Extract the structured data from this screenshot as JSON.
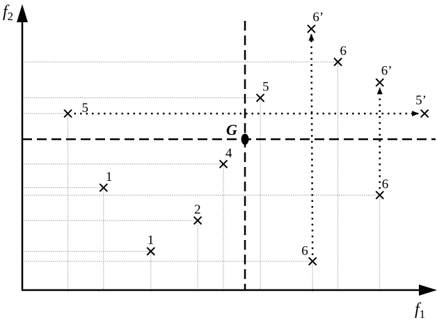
{
  "diagram": {
    "axes": {
      "x_label": "f",
      "x_subscript": "1",
      "y_label": "f",
      "y_subscript": "2"
    },
    "ideal_point": {
      "label": "G",
      "f1": 0.537,
      "f2": 0.529
    },
    "points": [
      {
        "id": "p5a",
        "label": "5",
        "f1": 0.11,
        "f2": 0.619,
        "label_pos": "right"
      },
      {
        "id": "p1a",
        "label": "1",
        "f1": 0.196,
        "f2": 0.359,
        "label_pos": "top-right"
      },
      {
        "id": "p1b",
        "label": "1",
        "f1": 0.31,
        "f2": 0.136,
        "label_pos": "top"
      },
      {
        "id": "p2",
        "label": "2",
        "f1": 0.423,
        "f2": 0.244,
        "label_pos": "top"
      },
      {
        "id": "p4",
        "label": "4",
        "f1": 0.485,
        "f2": 0.442,
        "label_pos": "top-right"
      },
      {
        "id": "p5b",
        "label": "5",
        "f1": 0.574,
        "f2": 0.674,
        "label_pos": "top-right"
      },
      {
        "id": "p6a",
        "label": "6",
        "f1": 0.7,
        "f2": 0.101,
        "label_pos": "top-left"
      },
      {
        "id": "p6b",
        "label": "6",
        "f1": 0.761,
        "f2": 0.8,
        "label_pos": "top-right"
      },
      {
        "id": "p6c",
        "label": "6",
        "f1": 0.862,
        "f2": 0.333,
        "label_pos": "top-right"
      },
      {
        "id": "p6pa",
        "label": "6’",
        "f1": 0.697,
        "f2": 0.916,
        "label_pos": "top-right"
      },
      {
        "id": "p6pb",
        "label": "6’",
        "f1": 0.862,
        "f2": 0.728,
        "label_pos": "top-right"
      },
      {
        "id": "p5p",
        "label": "5’",
        "f1": 0.97,
        "f2": 0.619,
        "label_pos": "top"
      }
    ],
    "projections": [
      {
        "from": "p5a",
        "to": "p5p"
      },
      {
        "from": "p6a",
        "to": "p6pa"
      },
      {
        "from": "p6c",
        "to": "p6pb"
      }
    ],
    "grid_points": [
      "p5a",
      "p1a",
      "p1b",
      "p2",
      "p4",
      "p5b",
      "p6a",
      "p6b",
      "p6c"
    ]
  }
}
